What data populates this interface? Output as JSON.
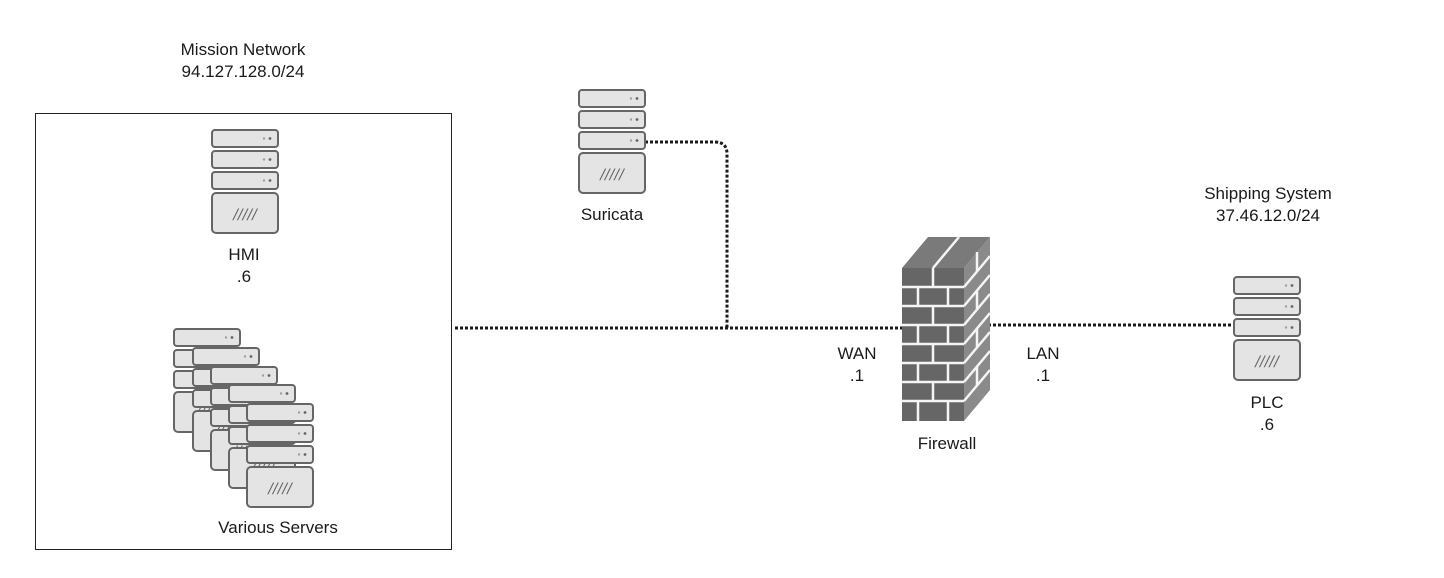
{
  "colors": {
    "line": "#1a1a1a",
    "server_fill": "#e4e4e4",
    "server_stroke": "#666666",
    "firewall_front": "#666666",
    "firewall_side": "#8a8a8a",
    "firewall_top": "#7a7a7a",
    "firewall_mortar": "#f5f5f5",
    "text": "#1a1a1a"
  },
  "mission_network": {
    "title": "Mission Network",
    "subnet": "94.127.128.0/24"
  },
  "hmi": {
    "icon": "server-icon",
    "label": "HMI",
    "address": ".6"
  },
  "servers": {
    "icon": "server-stack-icon",
    "label": "Various Servers"
  },
  "suricata": {
    "icon": "server-icon",
    "label": "Suricata"
  },
  "firewall": {
    "icon": "firewall-icon",
    "label": "Firewall",
    "wan_label": "WAN",
    "wan_address": ".1",
    "lan_label": "LAN",
    "lan_address": ".1"
  },
  "shipping_system": {
    "title": "Shipping System",
    "subnet": "37.46.12.0/24"
  },
  "plc": {
    "icon": "server-icon",
    "label": "PLC",
    "address": ".6"
  },
  "server_glyph": {
    "hatch": "/////"
  }
}
